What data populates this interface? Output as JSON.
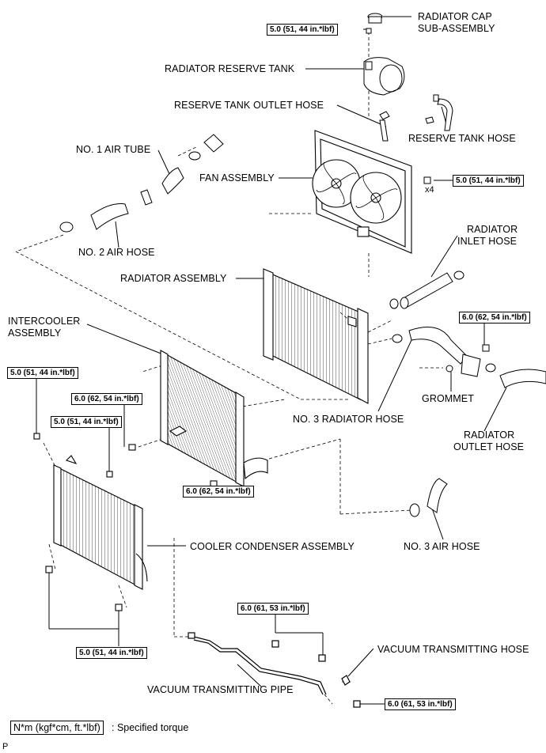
{
  "labels": {
    "radiator_cap": "RADIATOR CAP",
    "sub_assembly": "SUB-ASSEMBLY",
    "radiator_reserve_tank": "RADIATOR RESERVE TANK",
    "reserve_tank_outlet_hose": "RESERVE TANK OUTLET HOSE",
    "reserve_tank_hose": "RESERVE TANK HOSE",
    "no1_air_tube": "NO. 1 AIR TUBE",
    "fan_assembly": "FAN ASSEMBLY",
    "no2_air_hose": "NO. 2 AIR HOSE",
    "radiator_inlet_hose_1": "RADIATOR",
    "radiator_inlet_hose_2": "INLET HOSE",
    "radiator_assembly": "RADIATOR ASSEMBLY",
    "intercooler_1": "INTERCOOLER",
    "intercooler_2": "ASSEMBLY",
    "grommet": "GROMMET",
    "no3_radiator_hose": "NO. 3 RADIATOR HOSE",
    "radiator_outlet_hose_1": "RADIATOR",
    "radiator_outlet_hose_2": "OUTLET HOSE",
    "no3_air_hose": "NO. 3 AIR HOSE",
    "cooler_condenser": "COOLER CONDENSER ASSEMBLY",
    "vacuum_transmitting_hose": "VACUUM TRANSMITTING HOSE",
    "vacuum_transmitting_pipe": "VACUUM TRANSMITTING PIPE",
    "x4": "x4",
    "corner_mark": "P"
  },
  "torques": {
    "cap": "5.0 (51, 44 in.*lbf)",
    "fan": "5.0 (51, 44 in.*lbf)",
    "inlet": "6.0 (62, 54 in.*lbf)",
    "condenser_top_left": "5.0 (51, 44 in.*lbf)",
    "intercooler_left": "6.0 (62, 54 in.*lbf)",
    "condenser_top_mid": "5.0 (51, 44 in.*lbf)",
    "intercooler_bottom": "6.0 (62, 54 in.*lbf)",
    "condenser_bottom": "5.0 (51, 44 in.*lbf)",
    "pipe_top": "6.0 (61, 53 in.*lbf)",
    "pipe_right": "6.0 (61, 53 in.*lbf)"
  },
  "legend": {
    "unit_box": "N*m (kgf*cm, ft.*lbf)",
    "description": ": Specified torque"
  }
}
